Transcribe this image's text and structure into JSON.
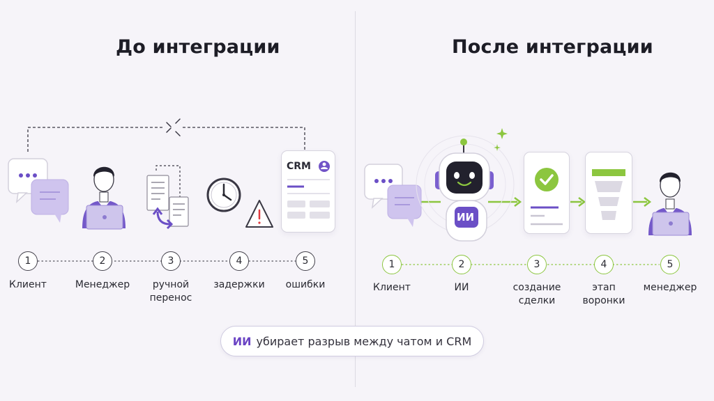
{
  "left": {
    "title": "До интеграции",
    "steps": [
      {
        "num": "1",
        "label": "Клиент"
      },
      {
        "num": "2",
        "label": "Менеджер"
      },
      {
        "num": "3",
        "label": "ручной\nперенос"
      },
      {
        "num": "4",
        "label": "задержки"
      },
      {
        "num": "5",
        "label": "ошибки"
      }
    ],
    "crm_label": "CRM"
  },
  "right": {
    "title": "После интеграции",
    "ai_label": "ИИ",
    "steps": [
      {
        "num": "1",
        "label": "Клиент"
      },
      {
        "num": "2",
        "label": "ИИ"
      },
      {
        "num": "3",
        "label": "создание\nсделки"
      },
      {
        "num": "4",
        "label": "этап\nворонки"
      },
      {
        "num": "5",
        "label": "менеджер"
      }
    ]
  },
  "banner": {
    "accent": "ИИ",
    "text": "убирает разрыв между чатом и CRM"
  },
  "colors": {
    "accent_purple": "#6a43c4",
    "accent_green": "#8cc63f",
    "background": "#f6f4f9"
  },
  "icons": [
    "chat-bubbles-icon",
    "manager-icon",
    "documents-transfer-icon",
    "clock-icon",
    "warning-icon",
    "crm-card-icon",
    "robot-icon",
    "deal-check-icon",
    "funnel-icon",
    "broken-link-icon"
  ]
}
